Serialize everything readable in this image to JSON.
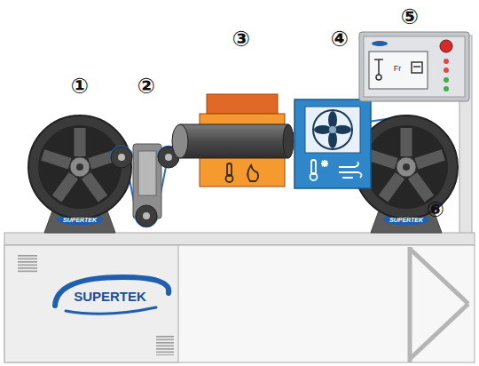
{
  "diagram": {
    "labels": [
      "①",
      "②",
      "③",
      "④",
      "⑤",
      "⑥",
      "SUPERTEK",
      "SUPERTEK",
      "SUPERTEK",
      "Fr"
    ]
  }
}
